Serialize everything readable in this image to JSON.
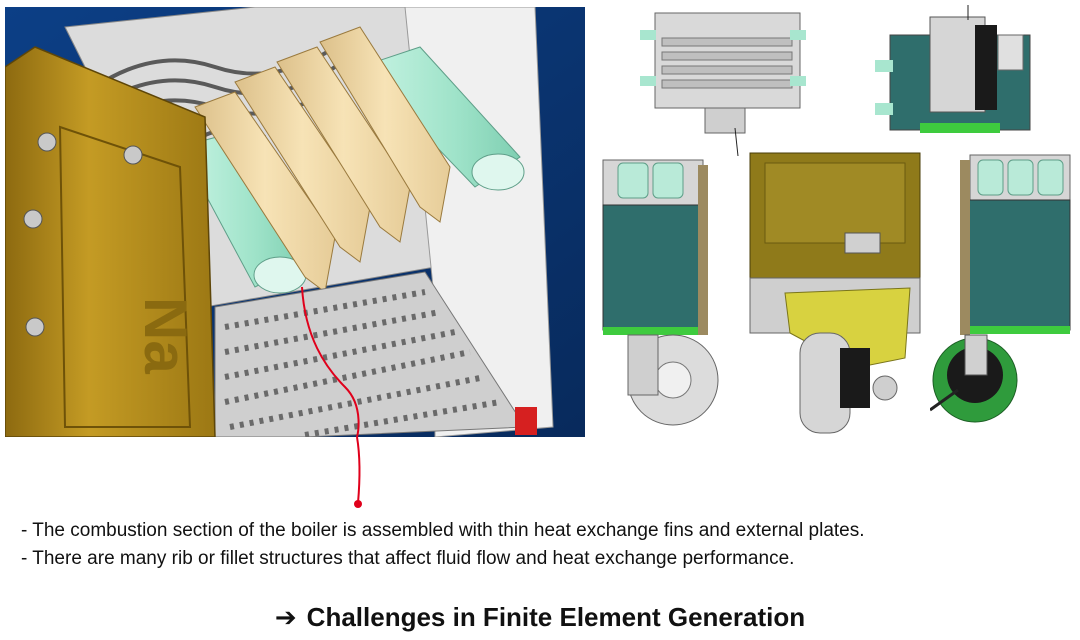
{
  "main_render": {
    "logo_text": "Na"
  },
  "views": {
    "top": "top-view",
    "right_top": "right-top-view",
    "left_side": "left-side-view",
    "front": "front-view",
    "right_side": "right-side-view"
  },
  "bullets": [
    "- The combustion section of the boiler is assembled with thin heat exchange fins and external plates.",
    "- There are many rib or fillet structures that affect fluid flow and heat exchange performance."
  ],
  "conclusion": {
    "arrow": "➔",
    "text": "Challenges in Finite Element Generation"
  },
  "colors": {
    "background_blue": "#0a3a7a",
    "brass_plate": "#b8901c",
    "fin_beige": "#f2d9a6",
    "tube_mint": "#aee9d4",
    "housing_teal": "#2f6e6c",
    "accent_green": "#3ecb3e",
    "pointer_red": "#e0001b"
  }
}
